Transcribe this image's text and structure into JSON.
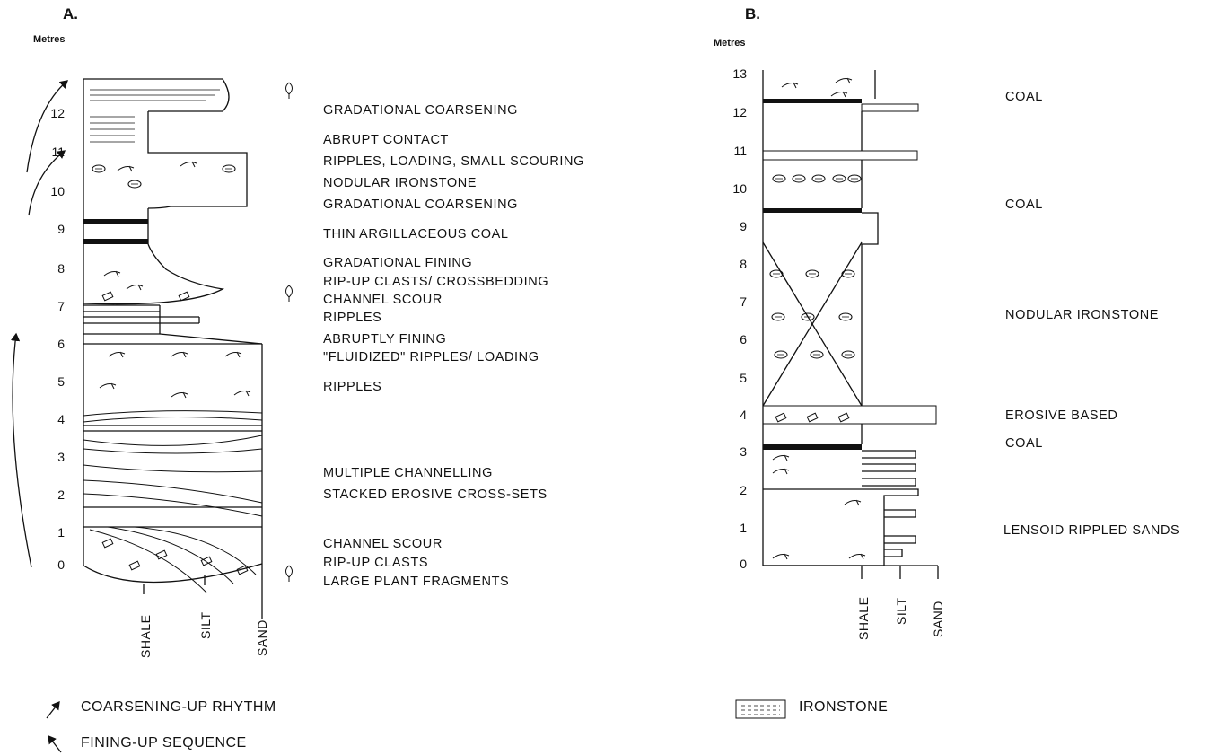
{
  "panel_a": {
    "title": "A.",
    "unit": "Metres",
    "ticks": [
      "12",
      "11",
      "10",
      "9",
      "8",
      "7",
      "6",
      "5",
      "4",
      "3",
      "2",
      "1",
      "0"
    ],
    "notes": [
      "GRADATIONAL COARSENING",
      "ABRUPT CONTACT",
      "RIPPLES, LOADING, SMALL SCOURING",
      "NODULAR IRONSTONE",
      "GRADATIONAL COARSENING",
      "THIN ARGILLACEOUS COAL",
      "GRADATIONAL FINING",
      "RIP-UP CLASTS/ CROSSBEDDING",
      "CHANNEL SCOUR",
      "RIPPLES",
      "ABRUPTLY FINING",
      "\"FLUIDIZED\" RIPPLES/ LOADING",
      "RIPPLES",
      "MULTIPLE CHANNELLING",
      "STACKED EROSIVE CROSS-SETS",
      "CHANNEL SCOUR",
      "RIP-UP CLASTS",
      "LARGE PLANT FRAGMENTS"
    ],
    "grain_sizes": [
      "SHALE",
      "SILT",
      "SAND"
    ]
  },
  "panel_b": {
    "title": "B.",
    "unit": "Metres",
    "ticks": [
      "13",
      "12",
      "11",
      "10",
      "9",
      "8",
      "7",
      "6",
      "5",
      "4",
      "3",
      "2",
      "1",
      "0"
    ],
    "notes": [
      "COAL",
      "COAL",
      "NODULAR IRONSTONE",
      "EROSIVE BASED",
      "COAL",
      "LENSOID RIPPLED SANDS"
    ],
    "grain_sizes": [
      "SHALE",
      "SILT",
      "SAND"
    ]
  },
  "legend": {
    "coarsening": "COARSENING-UP RHYTHM",
    "fining": "FINING-UP SEQUENCE",
    "ironstone": "IRONSTONE"
  }
}
